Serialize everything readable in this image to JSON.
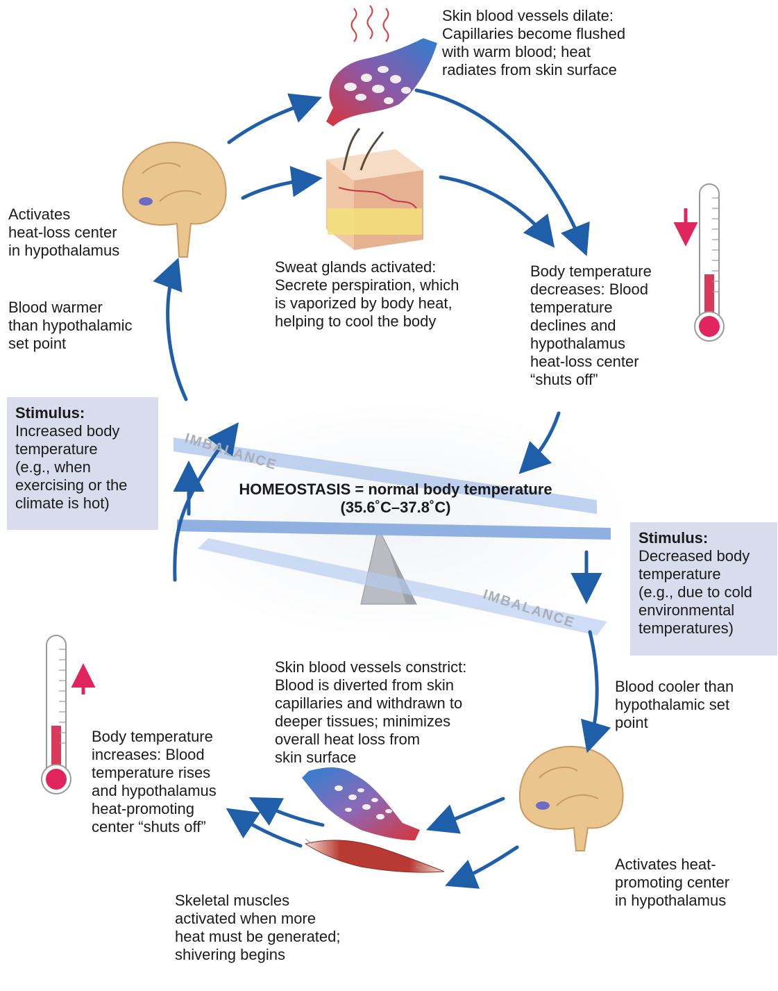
{
  "labels": {
    "vessels_dilate": "Skin blood vessels dilate:\nCapillaries become flushed\nwith warm blood; heat\nradiates from skin surface",
    "activates_heat_loss": "Activates\nheat-loss center\nin hypothalamus",
    "sweat_glands": "Sweat glands activated:\nSecrete perspiration, which\nis vaporized by body heat,\nhelping to cool the body",
    "temp_decreases": "Body temperature\ndecreases: Blood\ntemperature\ndeclines and\nhypothalamus\nheat-loss center\n“shuts off”",
    "blood_warmer": "Blood warmer\nthan hypothalamic\nset point",
    "blood_cooler": "Blood cooler than\nhypothalamic set\npoint",
    "vessels_constrict": "Skin blood vessels constrict:\nBlood is diverted from skin\ncapillaries and withdrawn to\ndeeper tissues; minimizes\noverall heat loss from\nskin surface",
    "temp_increases": "Body temperature\nincreases: Blood\ntemperature rises\nand hypothalamus\nheat-promoting\ncenter “shuts off”",
    "activates_heat_promoting": "Activates heat-\npromoting center\nin hypothalamus",
    "skeletal_muscles": "Skeletal muscles\nactivated when more\nheat must be generated;\nshivering begins"
  },
  "stimulus_top": {
    "title": "Stimulus:",
    "text": "Increased body\ntemperature\n(e.g., when\nexercising or the\nclimate is hot)"
  },
  "stimulus_bottom": {
    "title": "Stimulus:",
    "text": "Decreased body\ntemperature\n(e.g., due to cold\nenvironmental\ntemperatures)"
  },
  "homeostasis": {
    "line1": "HOMEOSTASIS = normal body temperature",
    "line2": "(35.6˚C–37.8˚C)"
  },
  "imbalance_top": "IMBALANCE",
  "imbalance_bottom": "IMBALANCE",
  "colors": {
    "arrow_blue": "#1f5ea8",
    "thermo_red": "#e0245e",
    "stimulus_box": "#d9dcec",
    "seesaw_blue": "#8fb0e0"
  }
}
